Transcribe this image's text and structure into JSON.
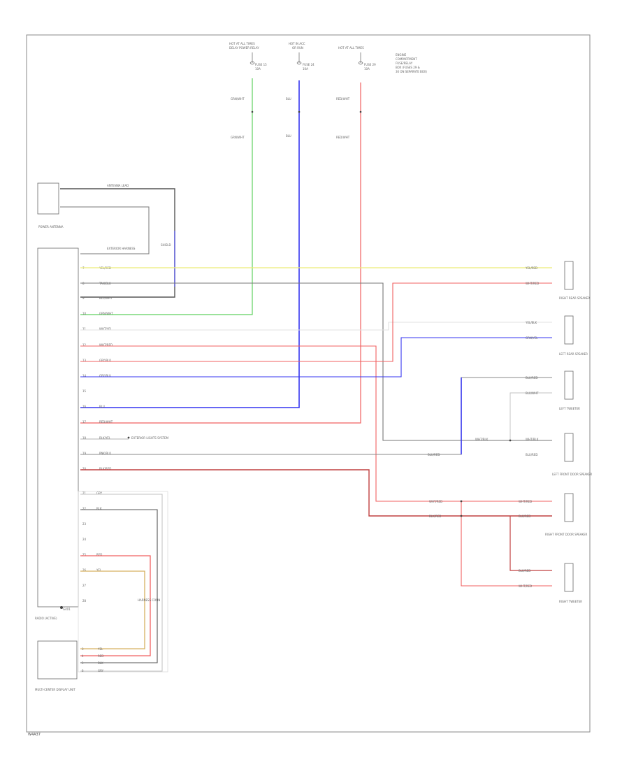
{
  "diagram": {
    "sheet_id": "W4A37",
    "palette": {
      "green": "#5fd05f",
      "blue": "#3535f0",
      "red": "#f06060",
      "yellow": "#ecec78",
      "gray": "#909090",
      "dark": "#666666",
      "orange": "#d6b060",
      "white_wire": "#e0e0e0"
    },
    "components": {
      "radio": {
        "name": "RADIO (ACTIVE)"
      },
      "power_antenna": {
        "name": "POWER ANTENNA"
      },
      "display_unit": {
        "name": "MULTI-CENTER DISPLAY UNIT"
      },
      "right_rear_speaker": {
        "name": "RIGHT REAR SPEAKER"
      },
      "left_rear_speaker": {
        "name": "LEFT REAR SPEAKER"
      },
      "left_tweeter": {
        "name": "LEFT TWEETER"
      },
      "left_front_speaker": {
        "name": "LEFT FRONT DOOR SPEAKER"
      },
      "right_front_speaker": {
        "name": "RIGHT FRONT DOOR SPEAKER"
      },
      "right_tweeter": {
        "name": "RIGHT TWEETER"
      }
    },
    "sources": {
      "s1": {
        "title": "HOT AT ALL TIMES",
        "sub": "DELAY POWER RELAY",
        "fuse": "FUSE 15",
        "amp": "10A"
      },
      "s2": {
        "title": "HOT IN ACC",
        "sub": "OR RUN",
        "fuse": "FUSE 24",
        "amp": "10A"
      },
      "s3": {
        "title": "HOT AT ALL TIMES",
        "sub": "",
        "fuse": "FUSE 29",
        "amp": "10A"
      },
      "note": [
        "ENGINE",
        "COMPARTMENT",
        "FUSE/RELAY",
        "BOX (FUSES 29 &",
        "30 ON SEPARATE BOX)"
      ]
    },
    "wire_colors": {
      "grn_wht": "GRN/WHT",
      "blu": "BLU",
      "red_wht": "RED/WHT",
      "yel_red": "YEL/RED",
      "wht_red": "WHT/RED",
      "yel_blk": "YEL/BLK",
      "grn_yel": "GRN/YEL",
      "blu_wht": "BLU/WHT",
      "blk": "BLK",
      "red": "RED",
      "yel": "YEL",
      "blu_red": "BLU/RED",
      "wht_blk": "WHT/BLK",
      "blk_red": "BLK/RED",
      "gry": "GRY",
      "tan_blk": "TAN/BLK",
      "pnk_blk": "PNK/BLK",
      "wht_yel": "WHT/YEL",
      "gry_blk": "GRY/BLK"
    },
    "radio_pins": [
      {
        "pin": "7",
        "wire": "YEL/RED"
      },
      {
        "pin": "8",
        "wire": "TAN/BLK"
      },
      {
        "pin": "9",
        "wire": "BLU/WHT"
      },
      {
        "pin": "10",
        "wire": "GRN/WHT"
      },
      {
        "pin": "11",
        "wire": "WHT/YEL"
      },
      {
        "pin": "12",
        "wire": "WHT/RED"
      },
      {
        "pin": "13",
        "wire": "GRY/BLK"
      },
      {
        "pin": "14",
        "wire": "GRY/BLU"
      },
      {
        "pin": "15",
        "wire": ""
      },
      {
        "pin": "16",
        "wire": "BLU"
      },
      {
        "pin": "17",
        "wire": "RED/WHT"
      },
      {
        "pin": "18",
        "wire": "BLK/YEL"
      },
      {
        "pin": "19",
        "wire": "PNK/BLK"
      },
      {
        "pin": "20",
        "wire": "BLK/RED"
      }
    ],
    "lower_pins": [
      {
        "pin": "21",
        "wire": "GRY"
      },
      {
        "pin": "22",
        "wire": "BLK"
      },
      {
        "pin": "23",
        "wire": ""
      },
      {
        "pin": "24",
        "wire": ""
      },
      {
        "pin": "25",
        "wire": "RED"
      },
      {
        "pin": "26",
        "wire": "YEL"
      },
      {
        "pin": "27",
        "wire": ""
      },
      {
        "pin": "28",
        "wire": ""
      }
    ],
    "display_pins": [
      {
        "pin": "3",
        "wire": "YEL"
      },
      {
        "pin": "4",
        "wire": "RED"
      },
      {
        "pin": "5",
        "wire": "BLK"
      },
      {
        "pin": "6",
        "wire": "GRY"
      }
    ],
    "labels": {
      "antenna_lead": "ANTENNA LEAD",
      "ext_harness": "EXTERIOR HARNESS",
      "harness_conn": "HARNESS CONN",
      "to_lights": "EXTERIOR LIGHTS SYSTEM",
      "shield": "SHIELD",
      "gnd": "G401"
    }
  }
}
